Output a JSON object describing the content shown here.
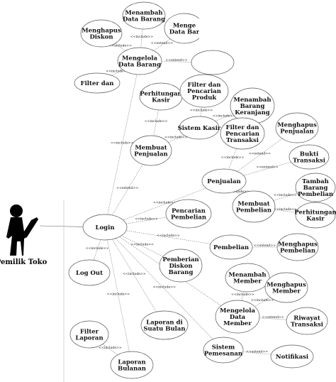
{
  "actor": {
    "name": "Pemilik Toko"
  },
  "use_cases": {
    "menambah_data_barang": "Menambah|Data Barang",
    "mengedit_data_barang": "Menge|Data Bar",
    "menghapus_diskon": "Menghapus|Diskon",
    "mengelola_data_barang": "Mengelola|Data Barang",
    "filter_dan_top": "",
    "filter_dan_left": "Filter dan",
    "perhitungan_kasir_top": "Perhitungan|Kasir",
    "filter_pencarian_produk": "Filter dan|Pencarian|Produk",
    "menambah_barang_keranjang": "Menambah|Barang|Keranjang",
    "membuat_penjualan": "Membuat|Penjualan",
    "sistem_kasir": "Sistem Kasir",
    "filter_pencarian_transaksi": "Filter dan|Pencarian|Transaksi",
    "menghapus_penjualan": "Menghapus|Penjualan",
    "penjualan": "Penjualan",
    "bukti_transaksi": "Bukti|Transaksi",
    "tambah_barang_pembelian": "Tambah|Barang|Pembelian",
    "membuat_pembelian": "Membuat|Pembelian",
    "perhitungan_kasir_right": "Perhitungan|Kasir",
    "pencarian_pembelian": "Pencarian|Pembelian",
    "login": "Login",
    "pembelian": "Pembelian",
    "menghapus_pembelian": "Menghapus|Pembelian",
    "log_out": "Log Out",
    "pemberian_diskon_barang": "Pemberian|Diskon|Barang",
    "menambah_member": "Menambah|Member",
    "menghapus_member": "Menghapus|Member",
    "mengelola_data_member": "Mengelola|Data|Member",
    "riwayat_transaksi": "Riwayat|Transaksi",
    "laporan_suatu_bulan": "Laporan di|Suatu Bulan",
    "filter_laporan": "Filter|Laporan",
    "sistem_pemesanan": "Sistem|Pemesanan",
    "notifikasi": "Notifikasi",
    "laporan_bulanan": "Laporan|Bulanan"
  },
  "relations": {
    "include": "<<include>>",
    "extend": "<<extend>>"
  }
}
